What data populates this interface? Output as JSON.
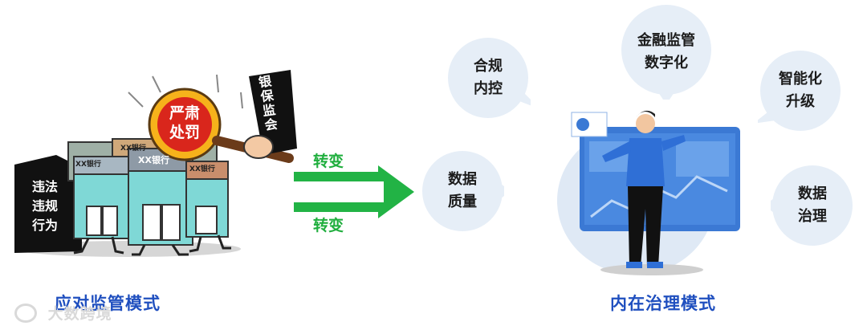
{
  "left_caption": "应对监管模式",
  "right_caption": "内在治理模式",
  "arrow_labels": {
    "top": "转变",
    "bottom": "转变"
  },
  "illustration": {
    "sign_lines": [
      "违法",
      "违规",
      "行为"
    ],
    "gavel_lines": [
      "严肃",
      "处罚"
    ],
    "sleeve_text": "银保监会",
    "bank_label": "XX银行"
  },
  "bubbles": [
    {
      "lines": [
        "合规",
        "内控"
      ]
    },
    {
      "lines": [
        "金融监管",
        "数字化"
      ]
    },
    {
      "lines": [
        "智能化",
        "升级"
      ]
    },
    {
      "lines": [
        "数据",
        "质量"
      ]
    },
    {
      "lines": [
        "数据",
        "治理"
      ]
    }
  ],
  "watermark": "大数跨境",
  "colors": {
    "caption": "#1f4fbf",
    "arrow": "#22b345",
    "bubble": "#e6eef7",
    "dashboard": "#3b79d4"
  }
}
